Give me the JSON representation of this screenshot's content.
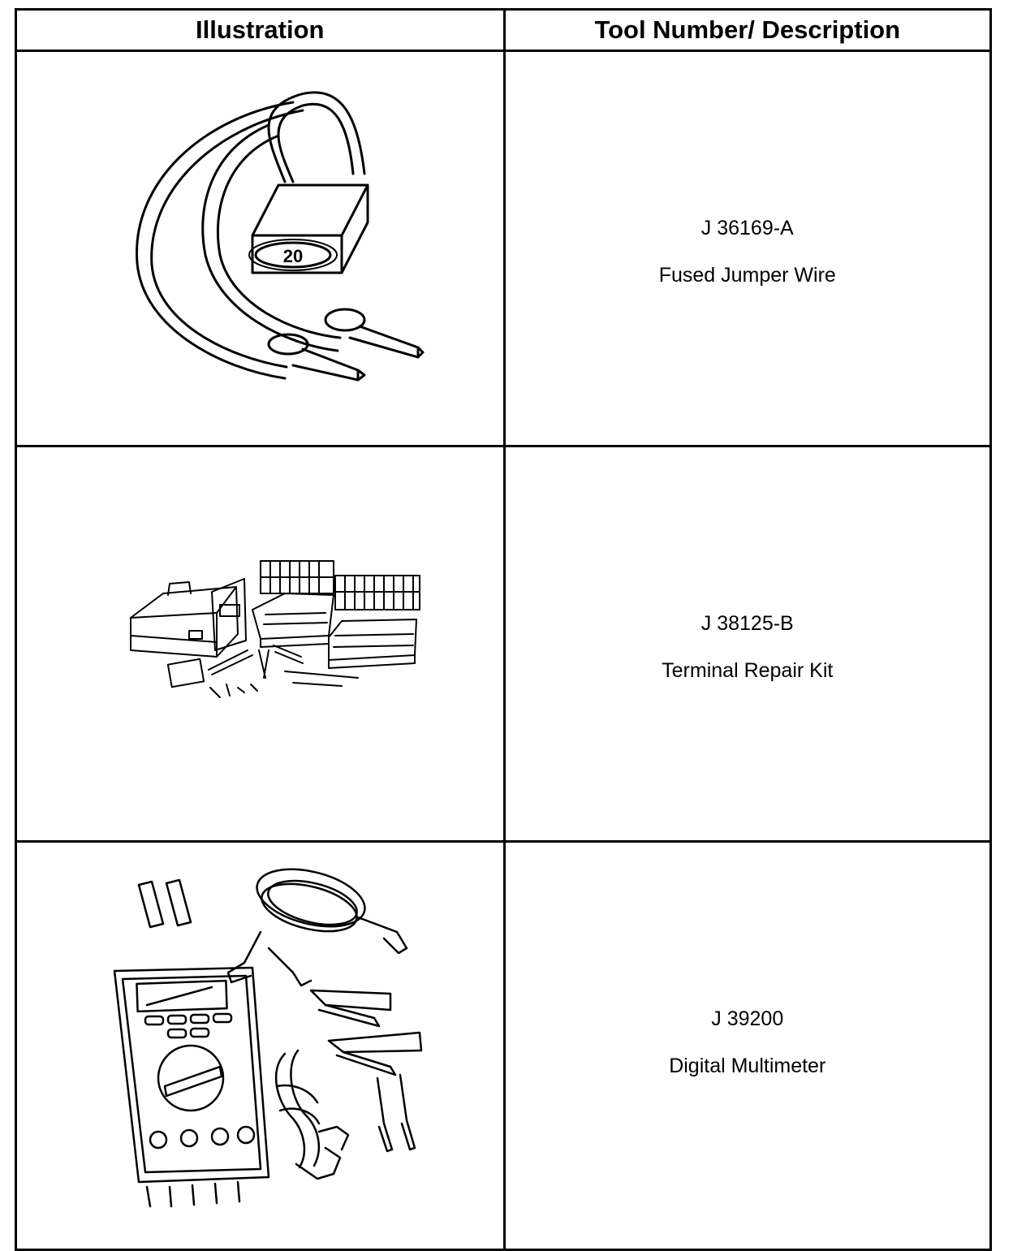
{
  "table": {
    "headers": {
      "illustration": "Illustration",
      "description": "Tool Number/ Description"
    },
    "rows": [
      {
        "tool_number": "J 36169-A",
        "description": "Fused Jumper Wire",
        "fuse_label": "20",
        "icon": "fused-jumper-wire-icon"
      },
      {
        "tool_number": "J 38125-B",
        "description": "Terminal Repair Kit",
        "icon": "terminal-repair-kit-icon"
      },
      {
        "tool_number": "J 39200",
        "description": "Digital Multimeter",
        "icon": "digital-multimeter-icon"
      }
    ]
  }
}
